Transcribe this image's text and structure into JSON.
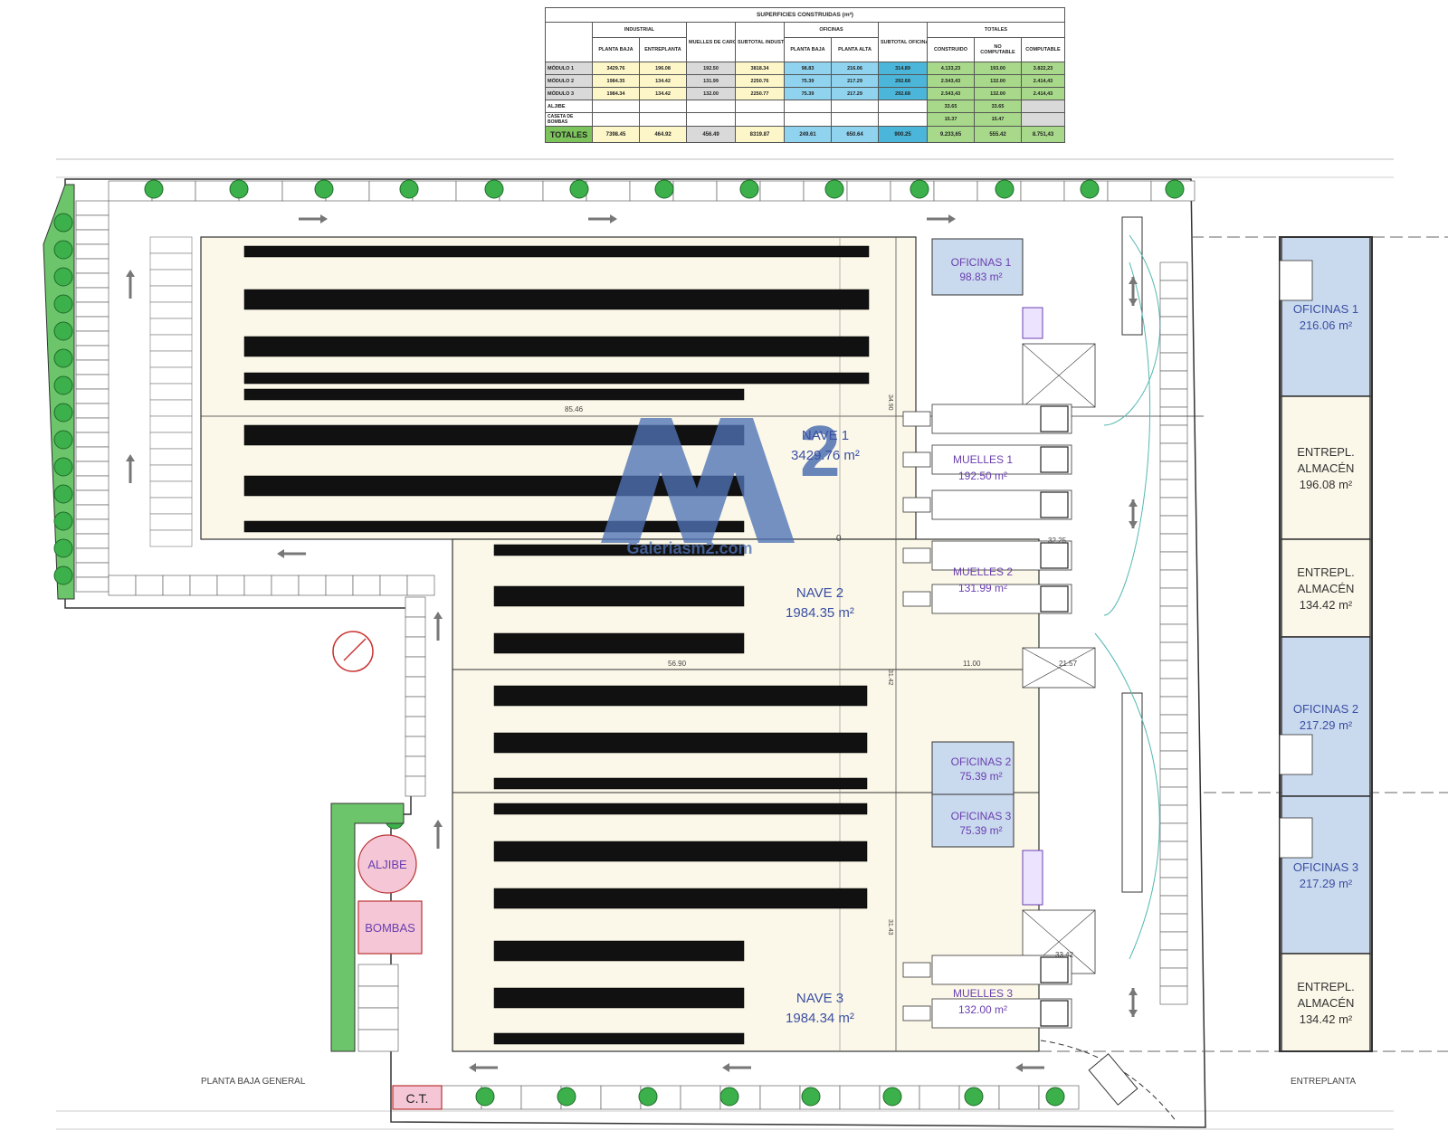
{
  "table": {
    "title": "SUPERFICIES CONSTRUIDAS (m²)",
    "group_headers": [
      "INDUSTRIAL",
      "OFICINAS",
      "TOTALES"
    ],
    "columns": [
      "PLANTA BAJA",
      "ENTREPLANTA",
      "MUELLES DE CARGA CUBIERTOS",
      "SUBTOTAL INDUSTRIAL POR MÓDULO",
      "PLANTA BAJA",
      "PLANTA ALTA",
      "SUBTOTAL OFICINAS POR MÓDULO",
      "CONSTRUIDO",
      "NO COMPUTABLE",
      "COMPUTABLE"
    ],
    "rows": [
      {
        "label": "MÓDULO 1",
        "cells": [
          "3429.76",
          "196.08",
          "192.50",
          "3818.34",
          "98.83",
          "216.06",
          "314.89",
          "4.133,23",
          "193.00",
          "3.822,23"
        ]
      },
      {
        "label": "MÓDULO 2",
        "cells": [
          "1984.35",
          "134.42",
          "131.99",
          "2250.76",
          "75.39",
          "217.29",
          "292.68",
          "2.543,43",
          "132.00",
          "2.414,43"
        ]
      },
      {
        "label": "MÓDULO 3",
        "cells": [
          "1984.34",
          "134.42",
          "132.00",
          "2250.77",
          "75.39",
          "217.29",
          "292.68",
          "2.543,43",
          "132.00",
          "2.414,43"
        ]
      },
      {
        "label": "ALJIBE",
        "cells": [
          "",
          "",
          "",
          "",
          "",
          "",
          "",
          "33.65",
          "33.65",
          ""
        ]
      },
      {
        "label": "CASETA DE BOMBAS",
        "cells": [
          "",
          "",
          "",
          "",
          "",
          "",
          "",
          "15.37",
          "15.47",
          ""
        ]
      }
    ],
    "totals": {
      "label": "TOTALES",
      "cells": [
        "7398.45",
        "464.92",
        "456.49",
        "8319.87",
        "249.61",
        "650.64",
        "900.25",
        "9.233,65",
        "555.42",
        "8.751,43"
      ]
    }
  },
  "plan": {
    "naves": [
      {
        "name": "NAVE 1",
        "area": "3429.76 m²"
      },
      {
        "name": "NAVE 2",
        "area": "1984.35 m²"
      },
      {
        "name": "NAVE 3",
        "area": "1984.34 m²"
      }
    ],
    "oficinas_pb": [
      {
        "name": "OFICINAS 1",
        "area": "98.83 m²"
      },
      {
        "name": "OFICINAS 2",
        "area": "75.39 m²"
      },
      {
        "name": "OFICINAS 3",
        "area": "75.39 m²"
      }
    ],
    "muelles": [
      {
        "name": "MUELLES 1",
        "area": "192.50 m²"
      },
      {
        "name": "MUELLES 2",
        "area": "131.99 m²"
      },
      {
        "name": "MUELLES 3",
        "area": "132.00 m²"
      }
    ],
    "dimensions": [
      "85.46",
      "56.90",
      "11.00",
      "21.57",
      "32.25",
      "33.42",
      "34.90",
      "31.42",
      "31.43",
      "0"
    ],
    "aljibe": "ALJIBE",
    "bombas": "BOMBAS",
    "ct": "C.T.",
    "label_planta_baja": "PLANTA BAJA GENERAL",
    "label_entreplanta": "ENTREPLANTA"
  },
  "entreplanta": [
    {
      "line1": "OFICINAS 1",
      "line2": "216.06 m²",
      "kind": "office"
    },
    {
      "line1": "ENTREPL.",
      "line2": "ALMACÉN",
      "line3": "196.08 m²",
      "kind": "store"
    },
    {
      "line1": "ENTREPL.",
      "line2": "ALMACÉN",
      "line3": "134.42 m²",
      "kind": "store"
    },
    {
      "line1": "OFICINAS 2",
      "line2": "217.29 m²",
      "kind": "office"
    },
    {
      "line1": "OFICINAS 3",
      "line2": "217.29 m²",
      "kind": "office"
    },
    {
      "line1": "ENTREPL.",
      "line2": "ALMACÉN",
      "line3": "134.42 m²",
      "kind": "store"
    }
  ],
  "watermark": {
    "site": "Galeriasm2.com"
  },
  "colors": {
    "floor": "#fbf8e9",
    "office": "#c9d9ee",
    "store": "#fbf8e9",
    "green": "#6cc56a",
    "pink": "#f4c6d6",
    "rack": "#111111",
    "accent": "#4f73b6"
  }
}
